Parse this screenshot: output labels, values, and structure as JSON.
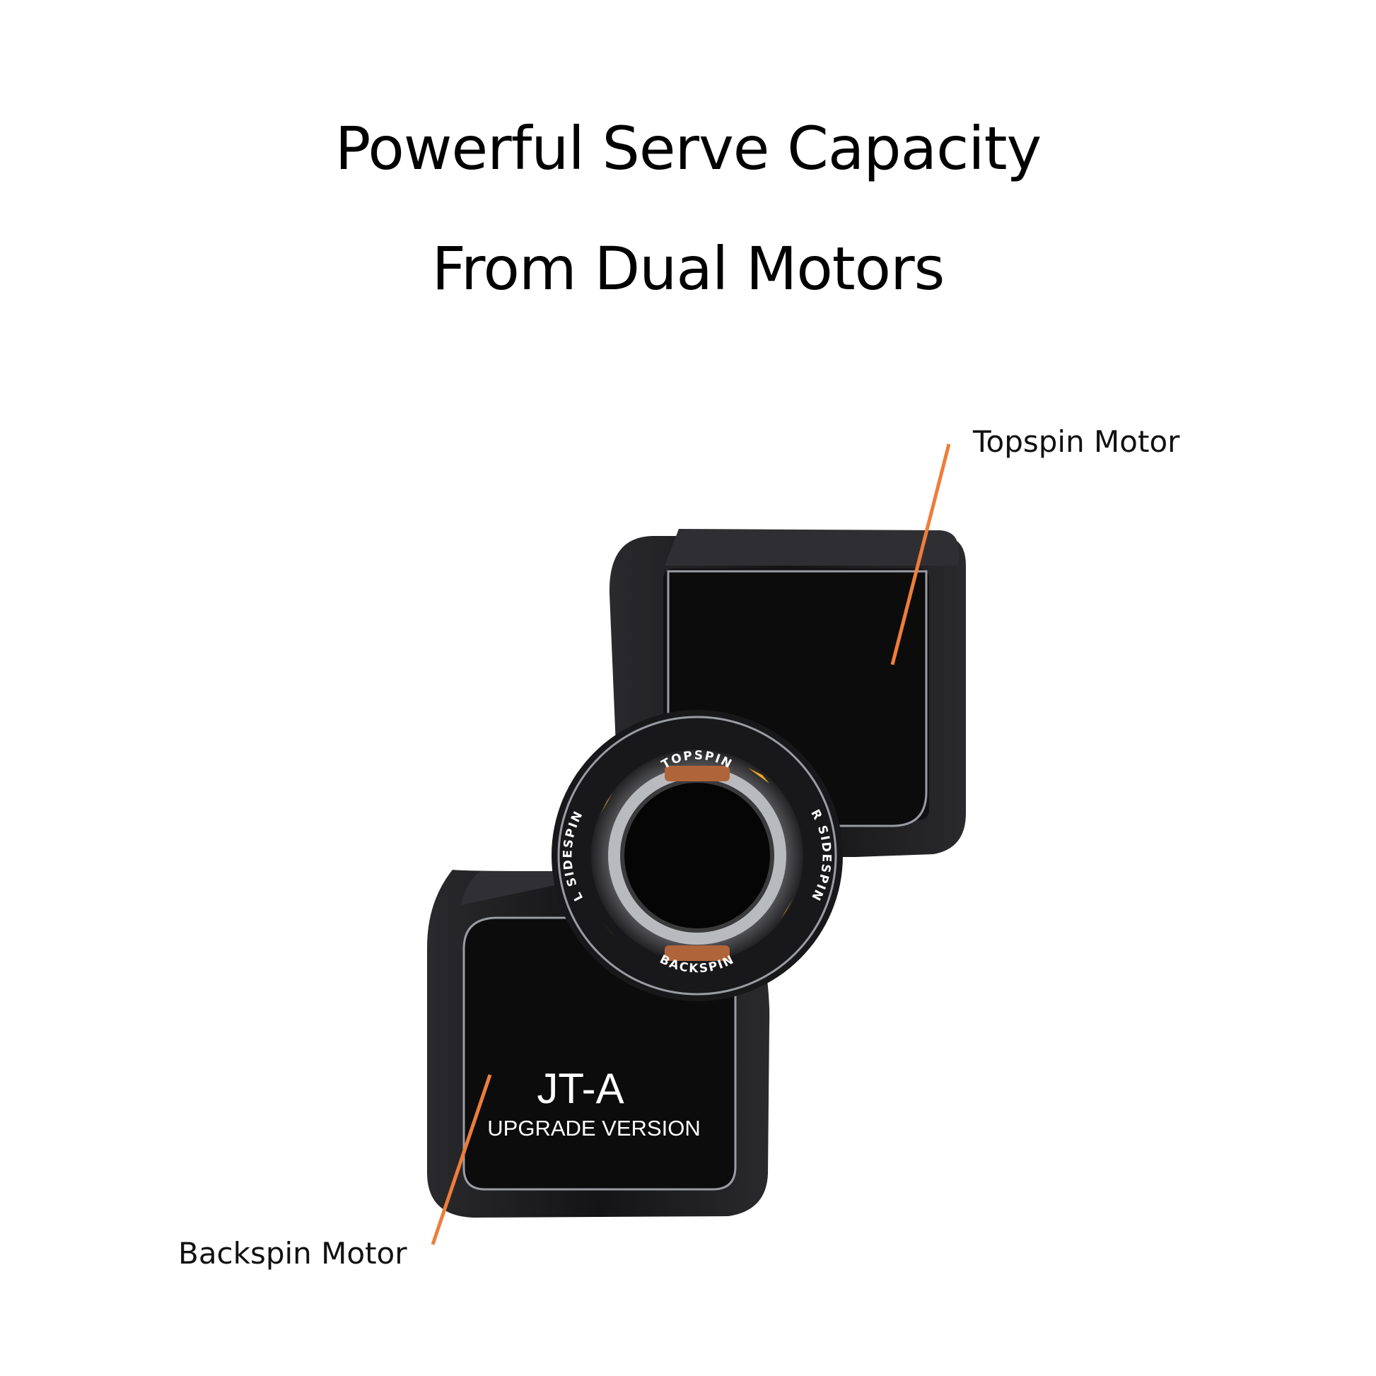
{
  "headline": {
    "line1": "Powerful Serve Capacity",
    "line2": "From Dual Motors"
  },
  "callouts": {
    "topspin": "Topspin Motor",
    "backspin": "Backspin Motor"
  },
  "device": {
    "model": "JT-A",
    "subtitle": "UPGRADE VERSION",
    "ring_labels": {
      "top": "TOPSPIN",
      "bottom": "BACKSPIN",
      "left": "L SIDESPIN",
      "right": "R SIDESPIN"
    }
  },
  "colors": {
    "leader_line": "#ee7d3b",
    "device_body": "#1c1c1e",
    "panel": "#0e0e0f",
    "panel_border": "#9a9ca3",
    "ring_arrow": "#f2a81d",
    "ring_indicator": "#b0643a"
  }
}
